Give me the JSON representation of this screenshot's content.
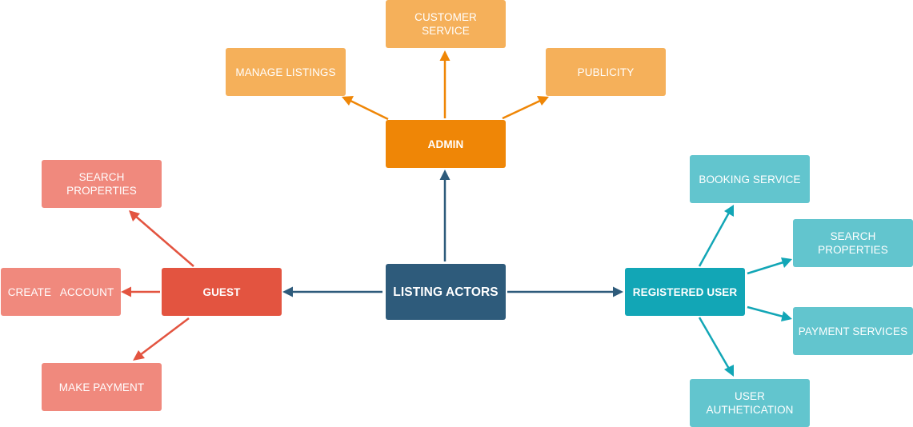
{
  "colors": {
    "center": "#2e5b7b",
    "admin": "#ef8606",
    "admin_child": "#f5b05a",
    "guest": "#e35440",
    "guest_child": "#f0897d",
    "registered": "#12a6b6",
    "registered_child": "#62c5ce"
  },
  "center": {
    "label": "LISTING ACTORS"
  },
  "admin": {
    "label": "ADMIN",
    "children": [
      "MANAGE LISTINGS",
      "CUSTOMER\nSERVICE",
      "PUBLICITY"
    ]
  },
  "guest": {
    "label": "GUEST",
    "children": [
      "SEARCH\nPROPERTIES",
      "CREATE   ACCOUNT",
      "MAKE PAYMENT"
    ]
  },
  "registered": {
    "label": "REGISTERED USER",
    "children": [
      "BOOKING SERVICE",
      "SEARCH\nPROPERTIES",
      "PAYMENT SERVICES",
      "USER\nAUTHETICATION"
    ]
  }
}
